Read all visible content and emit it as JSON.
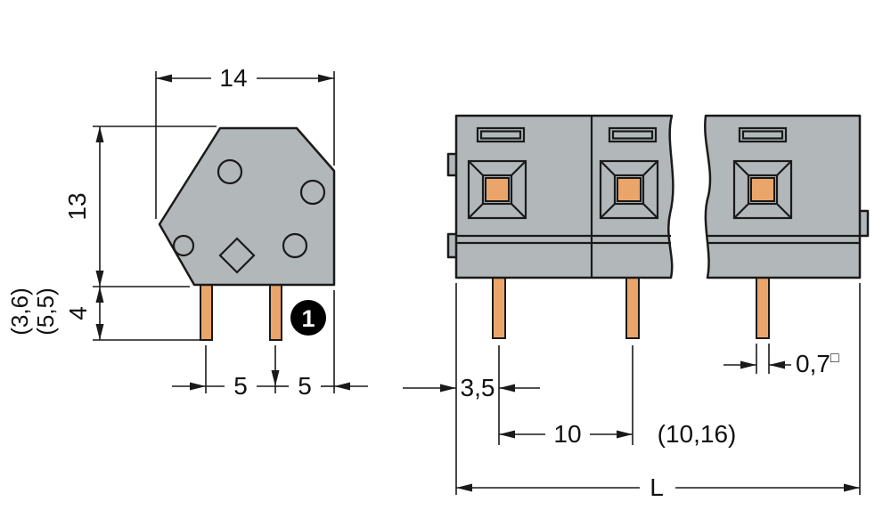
{
  "drawing": {
    "type": "terminal-block-dimension-drawing",
    "colors": {
      "body_gray": "#b2b7ba",
      "pin_copper": "#e9a56a",
      "line": "#1a1a1a",
      "callout_bg": "#000000",
      "background": "#ffffff"
    },
    "side_view": {
      "dim_width_top": "14",
      "dim_height": "13",
      "dim_pin_length": "4",
      "dim_alt_a": "(3,6)",
      "dim_alt_b": "(5,5)",
      "dim_pitch_a": "5",
      "dim_pitch_b": "5",
      "callout_number": "1"
    },
    "front_view": {
      "dim_edge_offset": "3,5",
      "dim_pitch": "10",
      "dim_pitch_alt": "(10,16)",
      "dim_total_length": "L",
      "dim_pin_width": "0,7",
      "dim_pin_width_suffix": "□"
    }
  }
}
